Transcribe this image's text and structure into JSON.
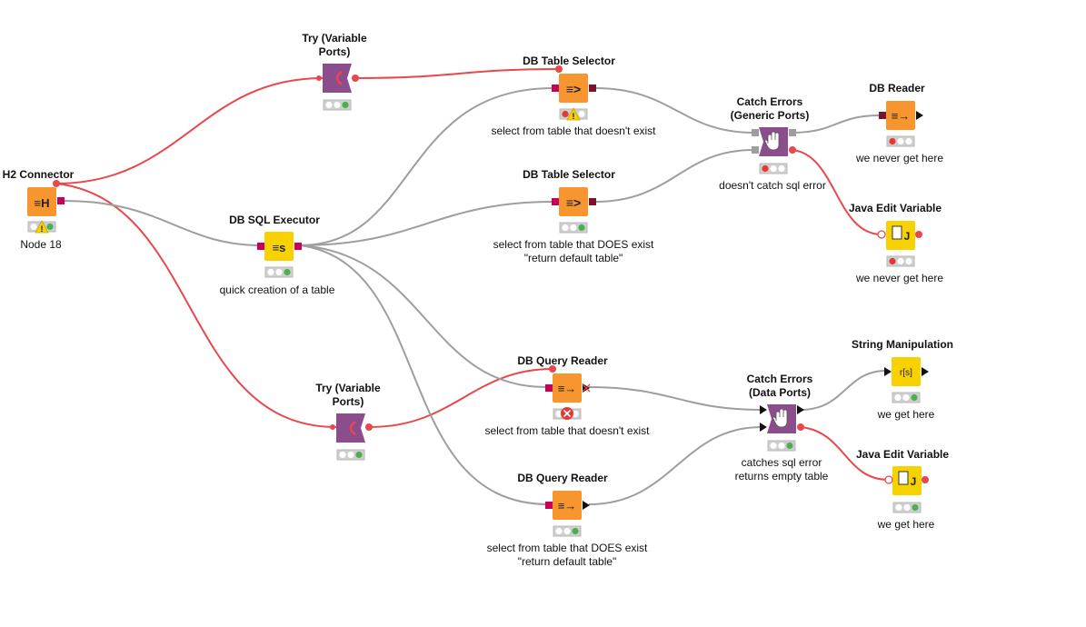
{
  "colors": {
    "variable_wire": "#e8474b",
    "data_wire": "#9e9e9e",
    "db_port": "#c8005a",
    "db_port_dark": "#7a1330",
    "orange_node": "#f7962f",
    "yellow_node": "#f8d200",
    "purple_node": "#8b4d8c",
    "light_green": "#4caf50",
    "light_red": "#e53935",
    "light_off": "#ffffff"
  },
  "nodes": [
    {
      "id": "h2",
      "name": "h2-connector",
      "title": "H2 Connector",
      "desc": "Node 18",
      "kind": "orange",
      "glyph": "H",
      "icon": "database-h2-icon",
      "lights": [
        "off",
        "off",
        "green"
      ],
      "warning": true
    },
    {
      "id": "try1",
      "name": "try-variable-ports-top",
      "title": "Try (Variable\nPorts)",
      "desc": "",
      "kind": "purple-try",
      "glyph": "",
      "icon": "try-icon",
      "lights": [
        "off",
        "off",
        "green"
      ]
    },
    {
      "id": "sel1",
      "name": "db-table-selector-1",
      "title": "DB Table Selector",
      "desc": "select from table that doesn't exist",
      "kind": "orange",
      "glyph": "⇶",
      "icon": "db-select-icon",
      "lights": [
        "red",
        "off",
        "off"
      ],
      "warning": true
    },
    {
      "id": "sel2",
      "name": "db-table-selector-2",
      "title": "DB Table Selector",
      "desc": "select from table that DOES exist\n\"return default table\"",
      "kind": "orange",
      "glyph": "⇶",
      "icon": "db-select-icon",
      "lights": [
        "off",
        "off",
        "green"
      ]
    },
    {
      "id": "exec",
      "name": "db-sql-executor",
      "title": "DB SQL Executor",
      "desc": "quick creation of a table",
      "kind": "yellow",
      "glyph": "S",
      "icon": "sql-executor-icon",
      "lights": [
        "off",
        "off",
        "green"
      ]
    },
    {
      "id": "catch1",
      "name": "catch-errors-generic",
      "title": "Catch Errors\n(Generic Ports)",
      "desc": "doesn't catch sql error",
      "kind": "purple-catch",
      "glyph": "✋",
      "icon": "catch-hand-icon",
      "lights": [
        "red",
        "off",
        "off"
      ]
    },
    {
      "id": "reader",
      "name": "db-reader",
      "title": "DB Reader",
      "desc": "we never get here",
      "kind": "orange",
      "glyph": "→",
      "icon": "db-reader-icon",
      "lights": [
        "red",
        "off",
        "off"
      ]
    },
    {
      "id": "java1",
      "name": "java-edit-variable-1",
      "title": "Java Edit Variable",
      "desc": "we never get here",
      "kind": "yellow",
      "glyph": "J",
      "icon": "java-icon",
      "lights": [
        "red",
        "off",
        "off"
      ]
    },
    {
      "id": "try2",
      "name": "try-variable-ports-bottom",
      "title": "Try (Variable\nPorts)",
      "desc": "",
      "kind": "purple-try",
      "glyph": "",
      "icon": "try-icon",
      "lights": [
        "off",
        "off",
        "green"
      ]
    },
    {
      "id": "qr1",
      "name": "db-query-reader-1",
      "title": "DB Query Reader",
      "desc": "select from table that doesn't exist",
      "kind": "orange",
      "glyph": "→",
      "icon": "db-query-reader-icon",
      "lights": [
        "off",
        "off",
        "off"
      ],
      "error": true
    },
    {
      "id": "qr2",
      "name": "db-query-reader-2",
      "title": "DB Query Reader",
      "desc": "select from table that DOES exist\n\"return default table\"",
      "kind": "orange",
      "glyph": "→",
      "icon": "db-query-reader-icon",
      "lights": [
        "off",
        "off",
        "green"
      ]
    },
    {
      "id": "catch2",
      "name": "catch-errors-data",
      "title": "Catch Errors\n(Data Ports)",
      "desc": "catches sql error\nreturns empty table",
      "kind": "purple-catch",
      "glyph": "✋",
      "icon": "catch-hand-icon",
      "lights": [
        "off",
        "off",
        "green"
      ]
    },
    {
      "id": "strm",
      "name": "string-manipulation",
      "title": "String Manipulation",
      "desc": "we get here",
      "kind": "yellow",
      "glyph": "r[s]",
      "icon": "string-manipulation-icon",
      "lights": [
        "off",
        "off",
        "green"
      ]
    },
    {
      "id": "java2",
      "name": "java-edit-variable-2",
      "title": "Java Edit Variable",
      "desc": "we get here",
      "kind": "yellow",
      "glyph": "J",
      "icon": "java-icon",
      "lights": [
        "off",
        "off",
        "green"
      ]
    }
  ]
}
